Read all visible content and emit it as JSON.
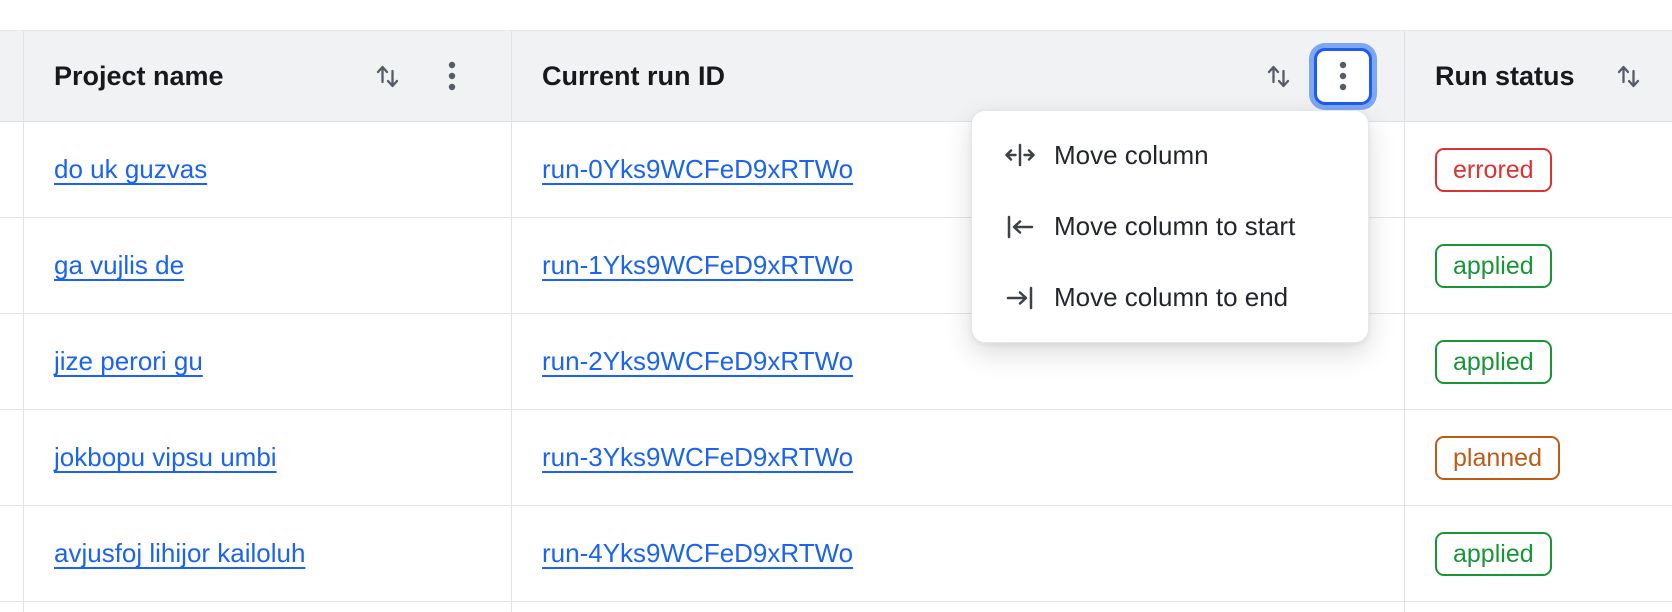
{
  "table": {
    "columns": [
      {
        "label": "Project name"
      },
      {
        "label": "Current run ID"
      },
      {
        "label": "Run status"
      }
    ],
    "rows": [
      {
        "project_name": "do uk guzvas",
        "current_run_id": "run-0Yks9WCFeD9xRTWo",
        "run_status": "errored"
      },
      {
        "project_name": "ga vujlis de",
        "current_run_id": "run-1Yks9WCFeD9xRTWo",
        "run_status": "applied"
      },
      {
        "project_name": "jize perori gu",
        "current_run_id": "run-2Yks9WCFeD9xRTWo",
        "run_status": "applied"
      },
      {
        "project_name": "jokbopu vipsu umbi",
        "current_run_id": "run-3Yks9WCFeD9xRTWo",
        "run_status": "planned"
      },
      {
        "project_name": "avjusfoj lihijor kailoluh",
        "current_run_id": "run-4Yks9WCFeD9xRTWo",
        "run_status": "applied"
      }
    ]
  },
  "column_menu": {
    "open_for_column": "Current run ID",
    "items": [
      {
        "icon": "move-column-icon",
        "label": "Move column"
      },
      {
        "icon": "move-column-to-start-icon",
        "label": "Move column to start"
      },
      {
        "icon": "move-column-to-end-icon",
        "label": "Move column to end"
      }
    ]
  },
  "icons": {
    "sort": "sort-arrows-icon",
    "kebab": "kebab-menu-icon"
  },
  "colors": {
    "link_blue": "#1b63f1",
    "errored_red": "#dc3232",
    "applied_green": "#179637",
    "planned_orange": "#bf5a15",
    "focus_ring_outer": "#7da7f3",
    "focus_ring_border": "#1f5ced",
    "header_bg": "#f1f2f4",
    "grid_line": "#e0e2e5",
    "icon_gray": "#565c66"
  }
}
